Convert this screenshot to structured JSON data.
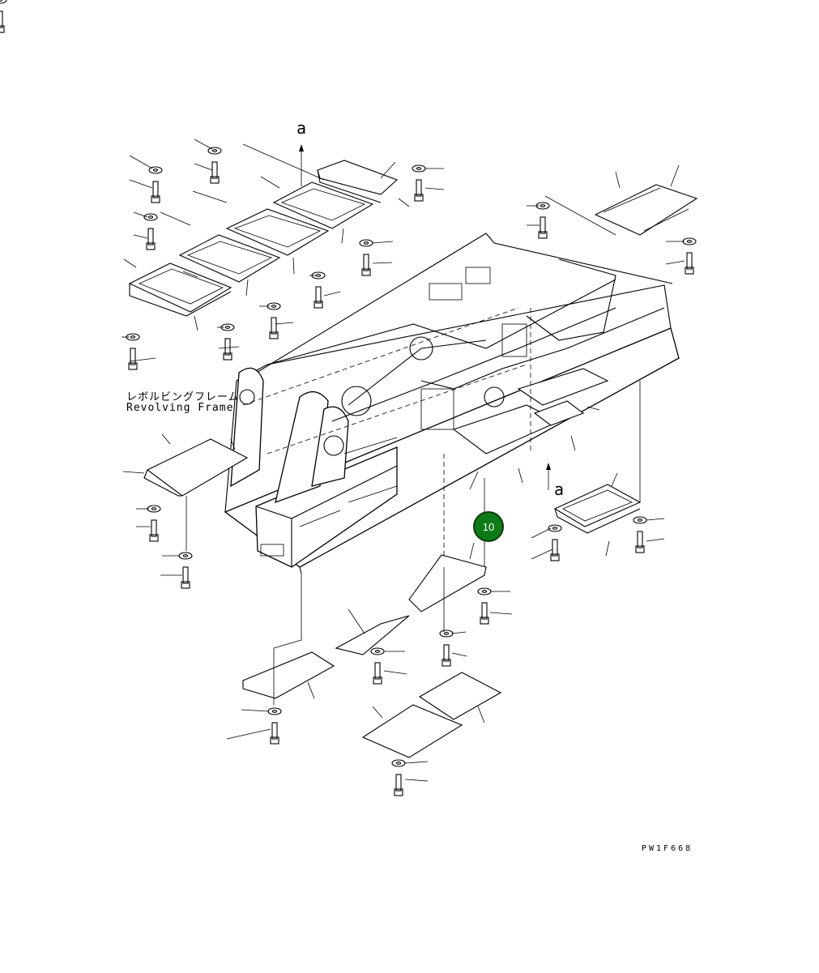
{
  "diagram": {
    "frame_label_jp": "レボルビングフレーム",
    "frame_label_en": "Revolving Frame",
    "view_marker_top": "a",
    "view_marker_bottom": "a",
    "drawing_number": "PW1F668",
    "callout": {
      "number": "10",
      "color": "#0f7a18"
    }
  }
}
